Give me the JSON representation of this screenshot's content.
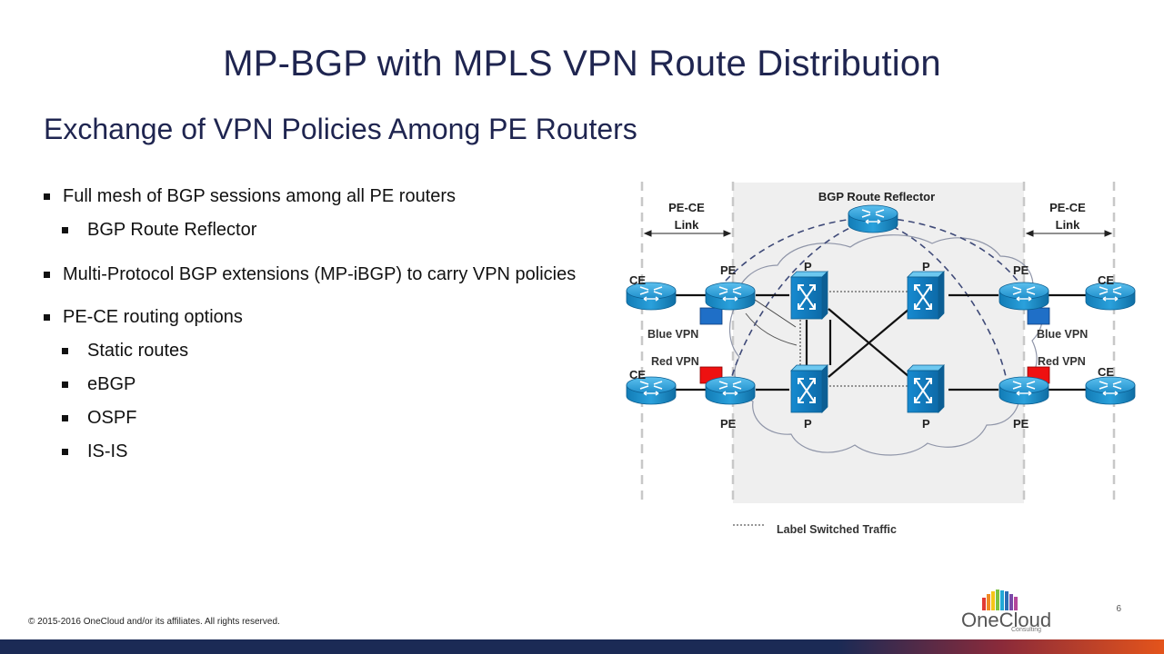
{
  "slide": {
    "title": "MP-BGP with MPLS VPN Route Distribution",
    "subtitle": "Exchange of VPN Policies Among PE Routers",
    "page_number": "6",
    "copyright": "© 2015-2016 OneCloud and/or its affiliates. All rights reserved."
  },
  "bullets": [
    {
      "level": 1,
      "text": "Full mesh of BGP sessions among all PE routers"
    },
    {
      "level": 2,
      "text": "BGP Route Reflector"
    },
    {
      "level": 1,
      "text": "Multi-Protocol BGP extensions (MP-iBGP) to carry VPN policies"
    },
    {
      "level": 1,
      "text": "PE-CE routing options"
    },
    {
      "level": 2,
      "text": "Static routes"
    },
    {
      "level": 2,
      "text": "eBGP"
    },
    {
      "level": 2,
      "text": "OSPF"
    },
    {
      "level": 2,
      "text": "IS-IS"
    }
  ],
  "diagram": {
    "route_reflector_label": "BGP Route Reflector",
    "pe_ce_link_left_1": "PE-CE",
    "pe_ce_link_left_2": "Link",
    "pe_ce_link_right_1": "PE-CE",
    "pe_ce_link_right_2": "Link",
    "ce_label": "CE",
    "pe_label": "PE",
    "p_label": "P",
    "blue_vpn_label": "Blue VPN",
    "red_vpn_label": "Red VPN",
    "legend_label": "Label Switched Traffic",
    "colors": {
      "router": "#1a88c8",
      "blue_vpn": "#1f6fc7",
      "red_vpn": "#ee1111",
      "core_background": "#efefef",
      "cloud_outline": "#8f95a8",
      "session_line": "#3f4a78"
    }
  },
  "logo": {
    "wordmark": "OneCloud",
    "tagline": "Consulting",
    "bar_colors": [
      "#e23a35",
      "#f08a24",
      "#f5c518",
      "#7cc242",
      "#22a9d6",
      "#2b6cb4",
      "#7b4aa8",
      "#b5469b"
    ]
  }
}
